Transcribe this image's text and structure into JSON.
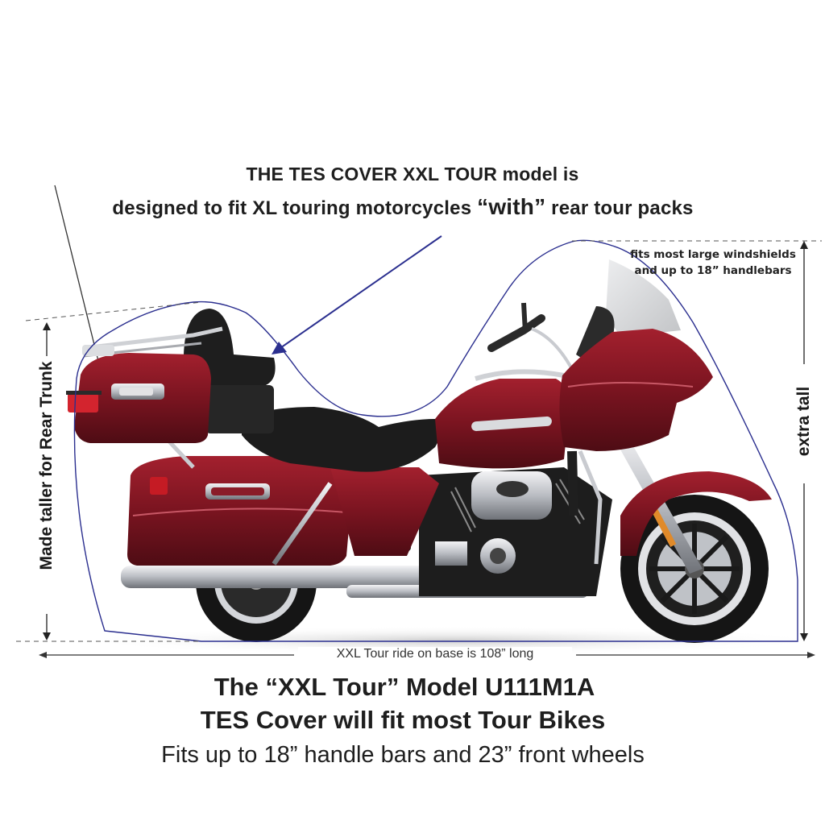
{
  "headline": {
    "line1": "THE TES COVER XXL TOUR  model is",
    "line2_pre": "designed to fit XL touring motorcycles ",
    "line2_em": "“with”",
    "line2_post": " rear tour packs"
  },
  "annotations": {
    "windshield_line1": "fits most large windshields",
    "windshield_line2": "and up to 18” handlebars",
    "left_height": "Made taller for Rear Trunk",
    "right_height": "extra tall",
    "base_length": "XXL Tour ride on base is 108” long"
  },
  "footer": {
    "line1": "The “XXL Tour” Model U111M1A",
    "line2": "TES Cover will fit most Tour Bikes",
    "line3": "Fits up to 18” handle bars and 23” front wheels"
  },
  "colors": {
    "outline": "#2b2f8f",
    "bike_body": "#7a1420",
    "bike_body_light": "#a3202e",
    "seat": "#1c1c1c",
    "chrome": "#c9cbd0",
    "tire": "#151515"
  }
}
